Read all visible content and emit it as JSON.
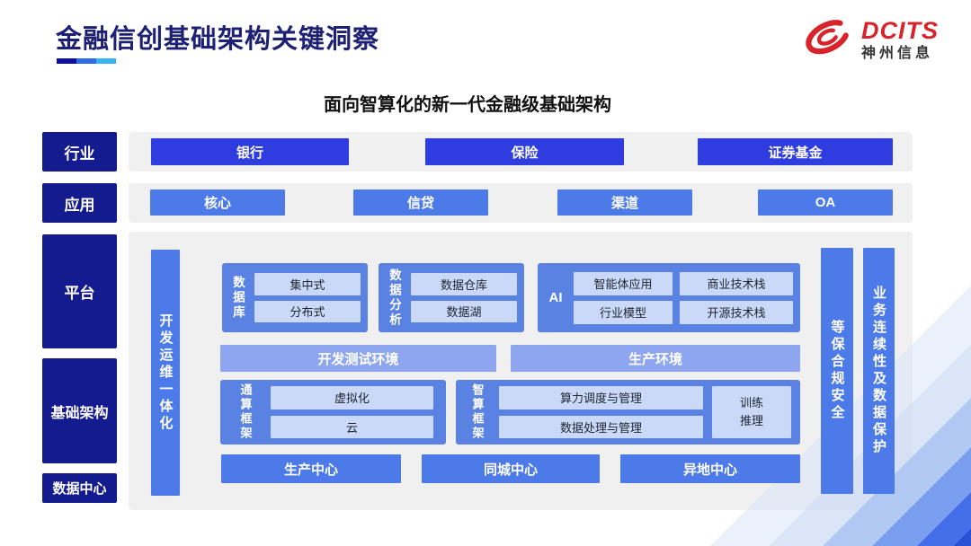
{
  "header": {
    "title": "金融信创基础架构关键洞察",
    "logo": {
      "brand": "DCITS",
      "company": "神州信息"
    }
  },
  "diagram": {
    "title": "面向智算化的新一代金融级基础架构",
    "row_labels": {
      "industry": "行业",
      "application": "应用",
      "platform": "平台",
      "infrastructure": "基础架构",
      "datacenter": "数据中心"
    },
    "industry_items": [
      "银行",
      "保险",
      "证券基金"
    ],
    "application_items": [
      "核心",
      "信贷",
      "渠道",
      "OA"
    ],
    "devops_bar": "开发运维一体化",
    "sections": {
      "database": {
        "label": "数据库",
        "items": [
          "集中式",
          "分布式"
        ]
      },
      "analytics": {
        "label": "数据分析",
        "items": [
          "数据仓库",
          "数据湖"
        ]
      },
      "ai": {
        "label": "AI",
        "items": [
          "智能体应用",
          "商业技术栈",
          "行业模型",
          "开源技术栈"
        ]
      }
    },
    "environments": [
      "开发测试环境",
      "生产环境"
    ],
    "frameworks": {
      "general": {
        "label": "通算框架",
        "items": [
          "虚拟化",
          "云"
        ]
      },
      "intelligent": {
        "label": "智算框架",
        "items": [
          "算力调度与管理",
          "数据处理与管理"
        ],
        "side_lines": [
          "训练",
          "推理"
        ]
      }
    },
    "centers": [
      "生产中心",
      "同城中心",
      "异地中心"
    ],
    "right_bars": [
      "等保合规安全",
      "业务连续性及数据保护"
    ]
  },
  "colors": {
    "navy_label": "#141b8e",
    "primary_blue": "#2e3ce0",
    "medium_blue": "#4c7ae8",
    "section_blue": "#5a82e3",
    "env_blue": "#8da6ef",
    "chip_blue": "#c9d9f7",
    "panel_gray": "#f0f0f1",
    "title_navy": "#1e2173",
    "logo_red": "#d8232a"
  }
}
